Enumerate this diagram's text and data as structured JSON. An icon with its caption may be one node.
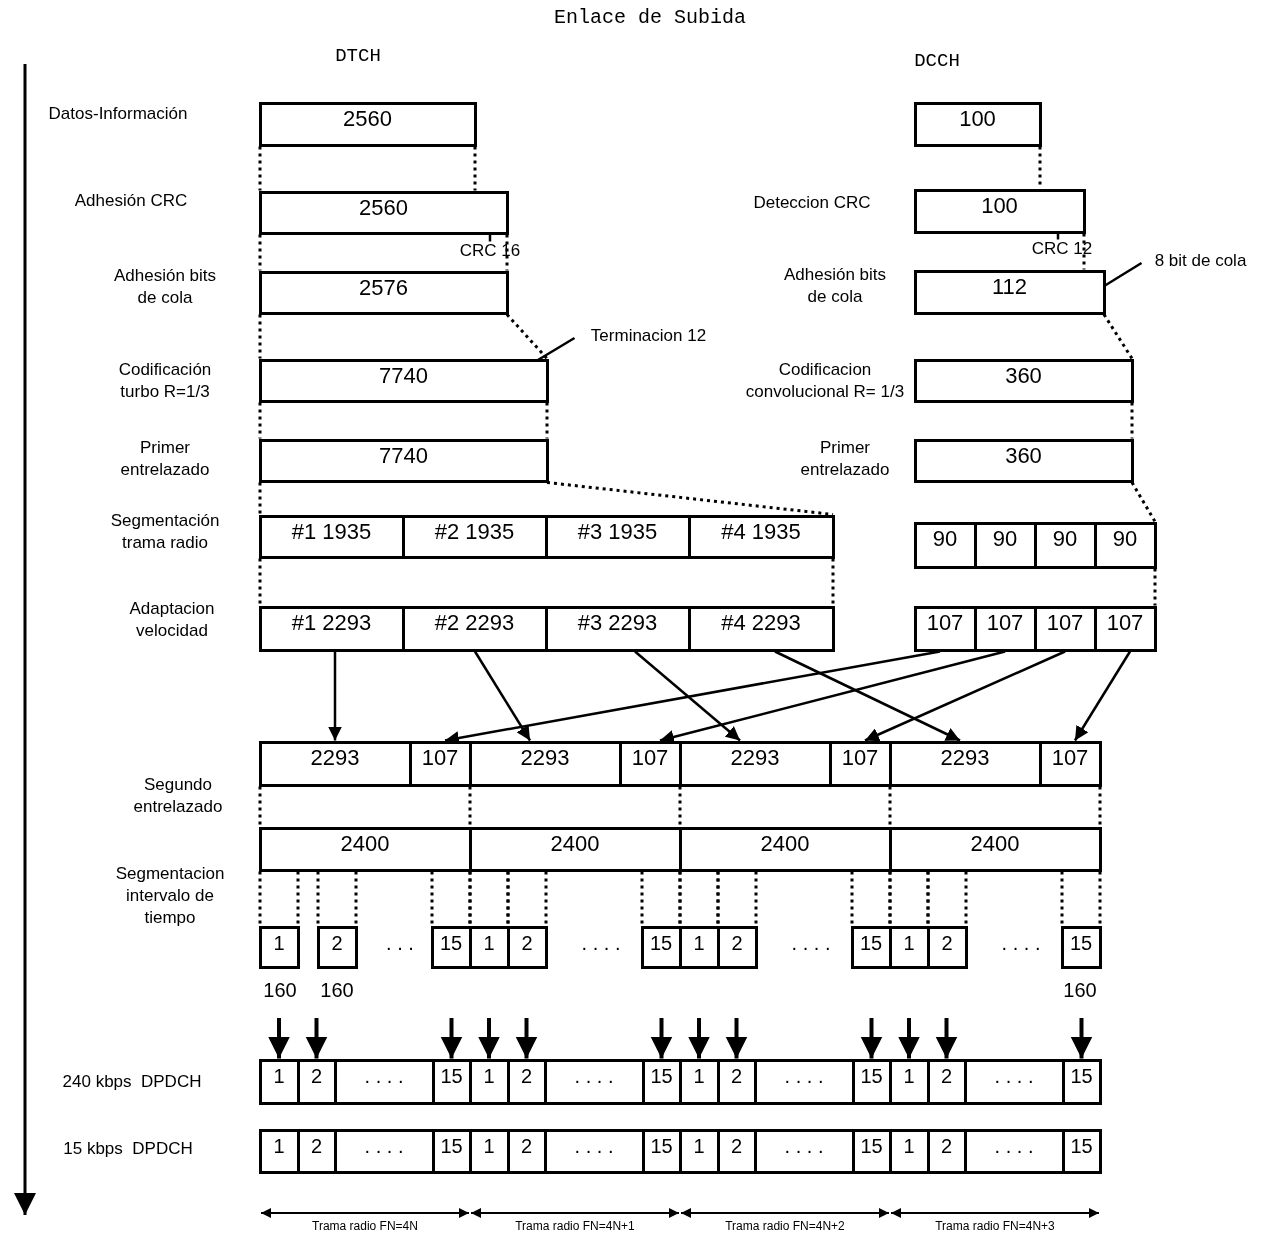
{
  "diagram": {
    "title": "Enlace de Subida",
    "nodes": [
      {
        "text": [
          "2560"
        ]
      },
      {
        "text": [
          "2560"
        ]
      },
      {
        "text": [
          "2576"
        ]
      },
      {
        "text": [
          "7740"
        ]
      },
      {
        "text": [
          "7740"
        ]
      },
      {
        "text": [
          "#1 1935"
        ]
      },
      {
        "text": [
          "#2 1935"
        ]
      },
      {
        "text": [
          "#3 1935"
        ]
      },
      {
        "text": [
          "#4 1935"
        ]
      },
      {
        "text": [
          "#1 2293"
        ]
      },
      {
        "text": [
          "#2 2293"
        ]
      },
      {
        "text": [
          "#3 2293"
        ]
      },
      {
        "text": [
          "#4 2293"
        ]
      },
      {
        "text": [
          "100"
        ]
      },
      {
        "text": [
          "100"
        ]
      },
      {
        "text": [
          "112"
        ]
      },
      {
        "text": [
          "360"
        ]
      },
      {
        "text": [
          "360"
        ]
      },
      {
        "text": [
          "90"
        ]
      },
      {
        "text": [
          "90"
        ]
      },
      {
        "text": [
          "90"
        ]
      },
      {
        "text": [
          "90"
        ]
      },
      {
        "text": [
          "107"
        ]
      },
      {
        "text": [
          "107"
        ]
      },
      {
        "text": [
          "107"
        ]
      },
      {
        "text": [
          "107"
        ]
      },
      {
        "text": [
          "2293"
        ]
      },
      {
        "text": [
          "107"
        ]
      },
      {
        "text": [
          "2293"
        ]
      },
      {
        "text": [
          "107"
        ]
      },
      {
        "text": [
          "2293"
        ]
      },
      {
        "text": [
          "107"
        ]
      },
      {
        "text": [
          "2293"
        ]
      },
      {
        "text": [
          "107"
        ]
      },
      {
        "text": [
          "2400"
        ]
      },
      {
        "text": [
          "2400"
        ]
      },
      {
        "text": [
          "2400"
        ]
      },
      {
        "text": [
          "2400"
        ]
      },
      {
        "text": [
          "1"
        ]
      },
      {
        "text": [
          "2"
        ]
      },
      {
        "text": [
          "15"
        ]
      },
      {
        "text": [
          "1"
        ]
      },
      {
        "text": [
          "2"
        ]
      },
      {
        "text": [
          "15"
        ]
      },
      {
        "text": [
          "1"
        ]
      },
      {
        "text": [
          "2"
        ]
      },
      {
        "text": [
          "15"
        ]
      },
      {
        "text": [
          "1"
        ]
      },
      {
        "text": [
          "2"
        ]
      },
      {
        "text": [
          "15"
        ]
      },
      {
        "text": [
          "1"
        ]
      },
      {
        "text": [
          "2"
        ]
      },
      {
        "text": [
          ". . . ."
        ]
      },
      {
        "text": [
          "15"
        ]
      },
      {
        "text": [
          "1"
        ]
      },
      {
        "text": [
          "2"
        ]
      },
      {
        "text": [
          ". . . ."
        ]
      },
      {
        "text": [
          "15"
        ]
      },
      {
        "text": [
          "1"
        ]
      },
      {
        "text": [
          "2"
        ]
      },
      {
        "text": [
          ". . . ."
        ]
      },
      {
        "text": [
          "15"
        ]
      },
      {
        "text": [
          "1"
        ]
      },
      {
        "text": [
          "2"
        ]
      },
      {
        "text": [
          ". . . ."
        ]
      },
      {
        "text": [
          "15"
        ]
      },
      {
        "text": [
          "1"
        ]
      },
      {
        "text": [
          "2"
        ]
      },
      {
        "text": [
          ". . . ."
        ]
      },
      {
        "text": [
          "15"
        ]
      },
      {
        "text": [
          "1"
        ]
      },
      {
        "text": [
          "2"
        ]
      },
      {
        "text": [
          ". . . ."
        ]
      },
      {
        "text": [
          "15"
        ]
      },
      {
        "text": [
          "1"
        ]
      },
      {
        "text": [
          "2"
        ]
      },
      {
        "text": [
          ". . . ."
        ]
      },
      {
        "text": [
          "15"
        ]
      },
      {
        "text": [
          "1"
        ]
      },
      {
        "text": [
          "2"
        ]
      },
      {
        "text": [
          ". . . ."
        ]
      },
      {
        "text": [
          "15"
        ]
      },
      {
        "text": [
          "CRC 16"
        ]
      },
      {
        "text": [
          "CRC 12"
        ]
      },
      {
        "text": [
          "8 bit de cola"
        ]
      },
      {
        "text": [
          "Terminacion 12"
        ]
      }
    ],
    "edges": [
      {
        "from": 9,
        "to": 26,
        "arrow": "to"
      },
      {
        "from": 10,
        "to": 28,
        "arrow": "to"
      },
      {
        "from": 11,
        "to": 30,
        "arrow": "to"
      },
      {
        "from": 12,
        "to": 32,
        "arrow": "to"
      },
      {
        "from": 22,
        "to": 27,
        "arrow": "to"
      },
      {
        "from": 23,
        "to": 29,
        "arrow": "to"
      },
      {
        "from": 24,
        "to": 31,
        "arrow": "to"
      },
      {
        "from": 25,
        "to": 33,
        "arrow": "to"
      },
      {
        "from": null,
        "to": 50,
        "arrow": "to"
      },
      {
        "from": null,
        "to": 51,
        "arrow": "to"
      },
      {
        "from": null,
        "to": 53,
        "arrow": "to"
      },
      {
        "from": null,
        "to": 54,
        "arrow": "to"
      },
      {
        "from": null,
        "to": 55,
        "arrow": "to"
      },
      {
        "from": null,
        "to": 57,
        "arrow": "to"
      },
      {
        "from": null,
        "to": 58,
        "arrow": "to"
      },
      {
        "from": null,
        "to": 59,
        "arrow": "to"
      },
      {
        "from": null,
        "to": 61,
        "arrow": "to"
      },
      {
        "from": null,
        "to": 62,
        "arrow": "to"
      },
      {
        "from": null,
        "to": 63,
        "arrow": "to"
      },
      {
        "from": null,
        "to": 65,
        "arrow": "to"
      },
      {
        "from": 82,
        "to": 1,
        "arrow": "none"
      },
      {
        "from": 83,
        "to": 14,
        "arrow": "none"
      },
      {
        "from": 84,
        "to": 15,
        "arrow": "none"
      },
      {
        "from": 85,
        "to": 3,
        "arrow": "none"
      },
      {
        "from": 0,
        "to": 1,
        "arrow": "none",
        "style": "dashed"
      },
      {
        "from": 0,
        "to": 1,
        "arrow": "none",
        "style": "dashed"
      },
      {
        "from": 1,
        "to": 2,
        "arrow": "none",
        "style": "dashed"
      },
      {
        "from": 1,
        "to": 2,
        "arrow": "none",
        "style": "dashed"
      },
      {
        "from": 2,
        "to": 3,
        "arrow": "none",
        "style": "dashed"
      },
      {
        "from": 2,
        "to": 3,
        "arrow": "none",
        "style": "dashed"
      },
      {
        "from": 3,
        "to": 4,
        "arrow": "none",
        "style": "dashed"
      },
      {
        "from": 3,
        "to": 4,
        "arrow": "none",
        "style": "dashed"
      },
      {
        "from": 4,
        "to": 5,
        "arrow": "none",
        "style": "dashed"
      },
      {
        "from": 4,
        "to": 8,
        "arrow": "none",
        "style": "dashed"
      },
      {
        "from": 5,
        "to": 9,
        "arrow": "none",
        "style": "dashed"
      },
      {
        "from": 8,
        "to": 12,
        "arrow": "none",
        "style": "dashed"
      },
      {
        "from": 13,
        "to": 14,
        "arrow": "none",
        "style": "dashed"
      },
      {
        "from": 14,
        "to": 15,
        "arrow": "none",
        "style": "dashed"
      },
      {
        "from": 15,
        "to": 16,
        "arrow": "none",
        "style": "dashed"
      },
      {
        "from": 16,
        "to": 17,
        "arrow": "none",
        "style": "dashed"
      },
      {
        "from": 17,
        "to": 21,
        "arrow": "none",
        "style": "dashed"
      },
      {
        "from": 21,
        "to": 25,
        "arrow": "none",
        "style": "dashed"
      },
      {
        "from": 26,
        "to": 34,
        "arrow": "none",
        "style": "dashed"
      },
      {
        "from": 27,
        "to": 35,
        "arrow": "none",
        "style": "dashed"
      },
      {
        "from": 29,
        "to": 36,
        "arrow": "none",
        "style": "dashed"
      },
      {
        "from": 31,
        "to": 37,
        "arrow": "none",
        "style": "dashed"
      },
      {
        "from": 33,
        "to": 37,
        "arrow": "none",
        "style": "dashed"
      },
      {
        "from": 34,
        "to": 38,
        "arrow": "none",
        "style": "dashed"
      },
      {
        "from": 34,
        "to": 38,
        "arrow": "none",
        "style": "dashed"
      },
      {
        "from": 34,
        "to": 39,
        "arrow": "none",
        "style": "dashed"
      },
      {
        "from": 34,
        "to": 39,
        "arrow": "none",
        "style": "dashed"
      },
      {
        "from": 34,
        "to": 40,
        "arrow": "none",
        "style": "dashed"
      },
      {
        "from": 34,
        "to": 40,
        "arrow": "none",
        "style": "dashed"
      },
      {
        "from": 35,
        "to": 41,
        "arrow": "none",
        "style": "dashed"
      },
      {
        "from": 35,
        "to": 41,
        "arrow": "none",
        "style": "dashed"
      },
      {
        "from": 35,
        "to": 42,
        "arrow": "none",
        "style": "dashed"
      },
      {
        "from": 35,
        "to": 42,
        "arrow": "none",
        "style": "dashed"
      },
      {
        "from": 35,
        "to": 43,
        "arrow": "none",
        "style": "dashed"
      },
      {
        "from": 35,
        "to": 43,
        "arrow": "none",
        "style": "dashed"
      },
      {
        "from": 36,
        "to": 44,
        "arrow": "none",
        "style": "dashed"
      },
      {
        "from": 36,
        "to": 44,
        "arrow": "none",
        "style": "dashed"
      },
      {
        "from": 36,
        "to": 45,
        "arrow": "none",
        "style": "dashed"
      },
      {
        "from": 36,
        "to": 45,
        "arrow": "none",
        "style": "dashed"
      },
      {
        "from": 36,
        "to": 46,
        "arrow": "none",
        "style": "dashed"
      },
      {
        "from": 36,
        "to": 46,
        "arrow": "none",
        "style": "dashed"
      },
      {
        "from": 37,
        "to": 47,
        "arrow": "none",
        "style": "dashed"
      },
      {
        "from": 37,
        "to": 47,
        "arrow": "none",
        "style": "dashed"
      },
      {
        "from": 37,
        "to": 48,
        "arrow": "none",
        "style": "dashed"
      },
      {
        "from": 37,
        "to": 48,
        "arrow": "none",
        "style": "dashed"
      },
      {
        "from": 37,
        "to": 49,
        "arrow": "none",
        "style": "dashed"
      },
      {
        "from": 37,
        "to": 49,
        "arrow": "none",
        "style": "dashed"
      }
    ],
    "labels": [
      "DTCH",
      "DCCH",
      "Datos-Información",
      "Adhesión CRC",
      "Deteccion CRC",
      "Adhesión bits de cola",
      "Adhesión bits de cola",
      "Codificación turbo R=1/3",
      "Codificacion convolucional R= 1/3",
      "Primer entrelazado",
      "Primer entrelazado",
      "Segmentación trama radio",
      "Adaptacion velocidad",
      "Segundo entrelazado",
      "Segmentacion intervalo de tiempo",
      ". . .",
      ". . . .",
      ". . . .",
      ". . . .",
      "160",
      "160",
      "160",
      "240 kbps  DPDCH",
      "15 kbps  DPDCH",
      "Trama radio FN=4N",
      "Trama radio FN=4N+1",
      "Trama radio FN=4N+2",
      "Trama radio FN=4N+3"
    ]
  }
}
